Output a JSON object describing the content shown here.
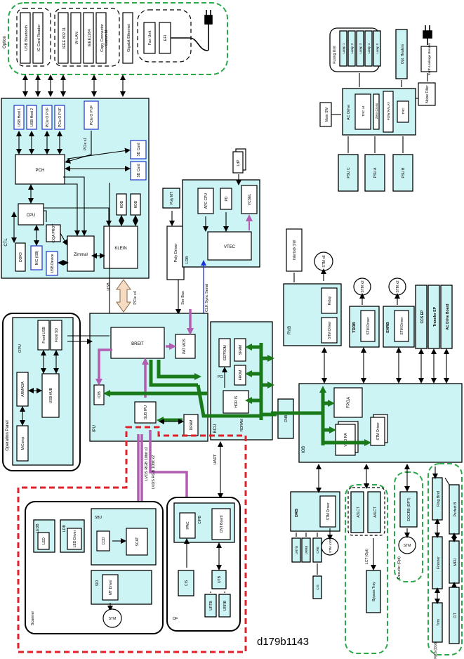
{
  "caption": "d179b1143",
  "option": {
    "label": "Option",
    "usb_bt": "USB Bluetooth",
    "ic_card": "IC Card Reader",
    "ieee802": "IEEE 802.11",
    "wlan": "W-LAN",
    "ieee1284": "IEEE1284",
    "copy_conn": "Copy Connector",
    "comm_m": "Comm M",
    "gbit_eth": "Gigabit Ethernet",
    "fax_unit": "Fax Unit",
    "efi": "EFI"
  },
  "ctl": {
    "label": "CTL",
    "usb_host1": "USB Host 1",
    "usb_host2": "USB Host 2",
    "pcie_opif2": "PCIe O P I/F",
    "pcie_opif3": "PCIe O P I/F",
    "pcie_opif": "PCIe O P I/F",
    "pcie_x1": "PCIe x1",
    "sd_card1": "SD Card",
    "sd_card2": "SD Card",
    "pch": "PCH",
    "cpu": "CPU",
    "hdd1": "HDD",
    "hdd2": "HDD",
    "ddr3": "DDR3",
    "nic": "NIC (GB)",
    "usb_device": "USB Device",
    "ciqa": "CiQA PROY",
    "zimmal": "Zimmal",
    "klein": "KLEIN"
  },
  "ldb": {
    "label": "LDB",
    "apc_cpu": "APC CPU",
    "pd": "PD",
    "vcsel": "VCSEL",
    "vtec": "VTEC",
    "ldp": "LdP"
  },
  "polygon": {
    "poly_mt": "Poly MT",
    "poly_driver": "Poly Driver"
  },
  "signals": {
    "ser_bus": "Ser Bus",
    "clk_sync": "CLK Sync Serial",
    "usb": "USB",
    "pcie_x4": "PCIe x4",
    "uart": "UART",
    "lvds1": "LVDS RGB 10bit x2",
    "lvds2": "LVDS RGB 10bit x2"
  },
  "ipu": {
    "label": "IPU",
    "breit": "BREIT",
    "pat_mos": "PAT MOS",
    "icib": "ICIB",
    "sub_ipu": "SUB IPU",
    "dram": "DRAM"
  },
  "bcu": {
    "label": "BCU",
    "eeprom": "EEPROM",
    "sram": "SRAM",
    "from": "FROM",
    "hdr_is": "HDR IS",
    "rdram": "RDRAM",
    "pci": "PCI"
  },
  "opu": {
    "label": "OPU",
    "panel": "Operation Panel",
    "front_usb": "Front USB",
    "front_sd": "Front SD",
    "armada": "ARMADA",
    "usb_hub": "USB HUB",
    "micomp": "MiComp"
  },
  "scanner": {
    "label": "Scanner",
    "ledb": "LEDB",
    "led": "LED",
    "ldb": "LDB",
    "led_driver": "LED Driver",
    "sbu": "SBU",
    "ccd": "CCD",
    "scat": "SCAT",
    "sio": "SIO",
    "mt_driver": "MT Driver",
    "stm": "STM"
  },
  "df": {
    "label": "DF",
    "cipb": "CIPB",
    "ipac": "IPAC",
    "cnt_board": "CNT Board",
    "cis": "CIS",
    "utb": "UTB",
    "urtb": "URTB",
    "urrb": "URRB"
  },
  "cnb": "CNB",
  "iob": {
    "label": "IOB",
    "fpga": "FPGA",
    "vod_ra": "VOD RA",
    "stm_driver": "STM Driver"
  },
  "rvb": {
    "label": "RVB",
    "relay": "Relay",
    "stm_driver": "STM Driver",
    "interlock": "Interlock SW",
    "stm_x8": "STM x8"
  },
  "tdrb": {
    "label": "TDRB",
    "stm_driver": "STM Driver",
    "stm": "STM x2"
  },
  "ehrb": {
    "label": "EHRB",
    "stm_driver": "STM Driver",
    "stm": "STM x2"
  },
  "ccs": {
    "ccs_ep": "CCS EP",
    "transfer_ep": "Transfer EP",
    "ac_drive": "AC Drive Board"
  },
  "power": {
    "ac_drive": "AC Drive",
    "main_sw": "Main SW",
    "fusing_unit": "Fusing Unit",
    "lamps": [
      "Lamp 1",
      "Lamp 2",
      "Lamp 3",
      "Lamp 4",
      "Lamp 5"
    ],
    "opt_heaters": "Opt. Heaters",
    "earth_leakage": "Earth Leakage Breaker",
    "noise_filter": "Noise Filter",
    "trc_x4": "TRC x4",
    "zero_cross": "Zero Cross",
    "pow_relay": "POW RALAY",
    "trc": "TRC",
    "psu_c": "PSU C",
    "psu_a": "PSU A",
    "psu_b": "PSU B"
  },
  "drb": {
    "label": "DRB",
    "stm_driver": "STM Driver",
    "urtb": "URTB",
    "urrb": "URRB",
    "crb": "CRB",
    "cis": "CIS",
    "stm": "STM x10"
  },
  "lct": {
    "label": "LCT (Opt)",
    "a3lct": "A3LCT",
    "a4lct": "A4LCT",
    "bypass": "Bypass Tray"
  },
  "decurler": {
    "label": "Decurler (Opt)",
    "docrb": "DOCRB (OPT)",
    "stm": "STM"
  },
  "finisher": {
    "label": "FMS (Opt)",
    "ring_bind": "Ring Bind",
    "perfect_b": "Perfect B",
    "finisher": "Finisher",
    "mfu": "MFU",
    "trim": "Trim",
    "cit": "CIT"
  }
}
